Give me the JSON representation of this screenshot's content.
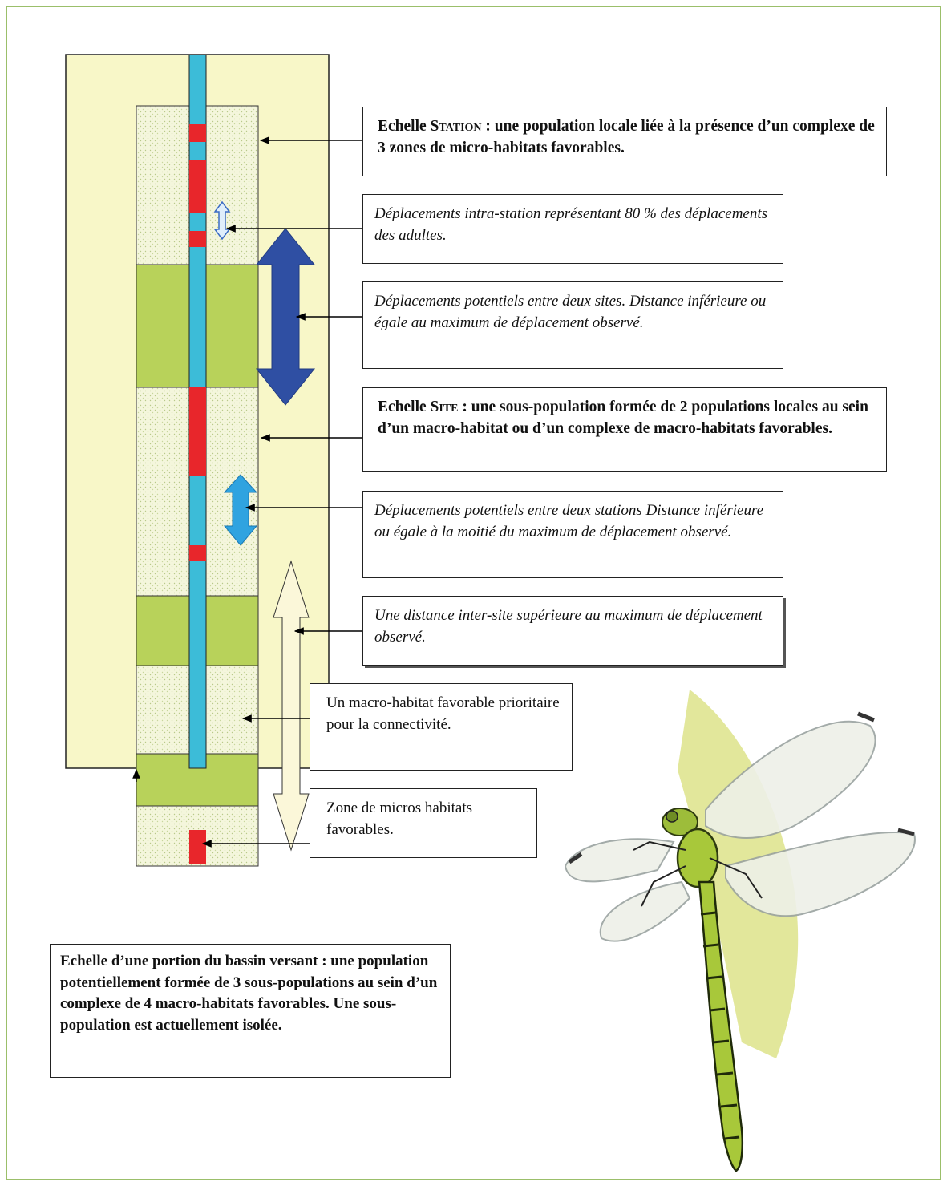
{
  "labels": {
    "station": {
      "prefix": "Echelle ",
      "keyword": "Station",
      "text": " : une population locale liée à la présence d’un complexe de 3 zones de micro-habitats favorables."
    },
    "intra_station": "Déplacements intra-station représentant 80  % des  déplacements des adultes.",
    "between_sites": "Déplacements potentiels  entre deux sites. Distance inférieure ou égale au maximum de déplacement observé.",
    "site": {
      "prefix": "Echelle ",
      "keyword": "Site",
      "text": " : une sous-population formée de 2 populations locales au sein d’un macro-habitat ou d’un complexe de macro-habitats favorables."
    },
    "between_stations": "Déplacements potentiels  entre deux stations Distance inférieure ou égale à la moitié du maximum de déplacement observé.",
    "inter_site": "Une distance inter-site supérieure au maximum de déplacement observé.",
    "macro_habitat": "Un macro-habitat favorable prioritaire pour la connectivité.",
    "micro_zone": "Zone de micros habitats favorables.",
    "bassin": "Echelle d’une portion du bassin versant : une population  potentiellement formée de 3 sous-populations au sein d’un complexe de 4 macro-habitats favorables. Une sous-population est actuellement isolée."
  },
  "colors": {
    "bassin_fill": "#f8f7c8",
    "dotted_fill": "#f4f6dc",
    "macro_green": "#b8d25a",
    "stream_blue": "#3cbcd8",
    "micro_red": "#e8262b",
    "dark_arrow": "#2f4fa3",
    "light_arrow": "#2fa3e0",
    "outline_arrow": "#fbf7d9"
  },
  "icons": {
    "dragonfly": "dragonfly-illustration"
  }
}
